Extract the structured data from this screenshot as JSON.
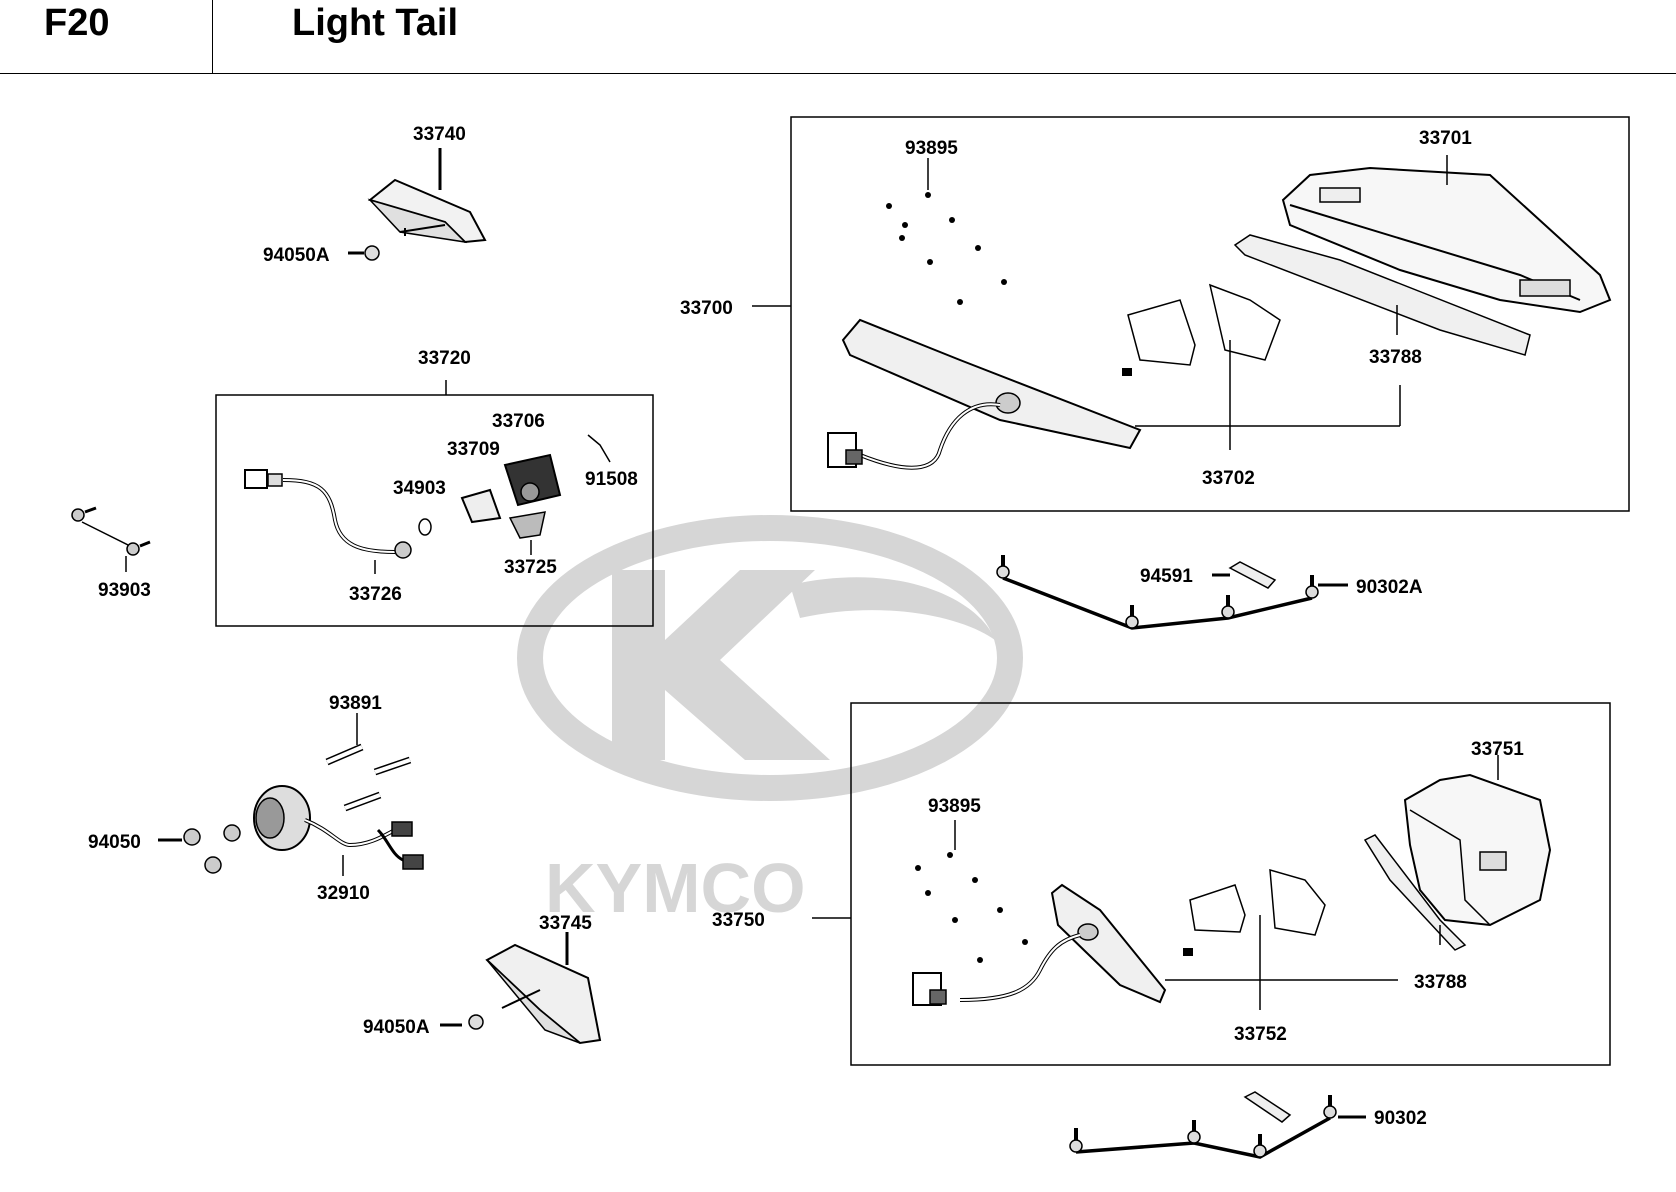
{
  "header": {
    "code": "F20",
    "title": "Light Tail"
  },
  "watermark": {
    "brand": "KYMCO",
    "color": "#d6d6d6"
  },
  "parts": {
    "p33740": "33740",
    "p94050A_top": "94050A",
    "p33720": "33720",
    "p33706": "33706",
    "p33709": "33709",
    "p91508": "91508",
    "p34903": "34903",
    "p33725": "33725",
    "p33726": "33726",
    "p93903": "93903",
    "p93891": "93891",
    "p94050": "94050",
    "p32910": "32910",
    "p33745": "33745",
    "p94050A_bottom": "94050A",
    "p93895_top": "93895",
    "p33701": "33701",
    "p33700": "33700",
    "p33788_top": "33788",
    "p33702": "33702",
    "p94591": "94591",
    "p90302A": "90302A",
    "p33751": "33751",
    "p93895_bottom": "93895",
    "p33750": "33750",
    "p33788_bottom": "33788",
    "p33752": "33752",
    "p90302": "90302"
  }
}
